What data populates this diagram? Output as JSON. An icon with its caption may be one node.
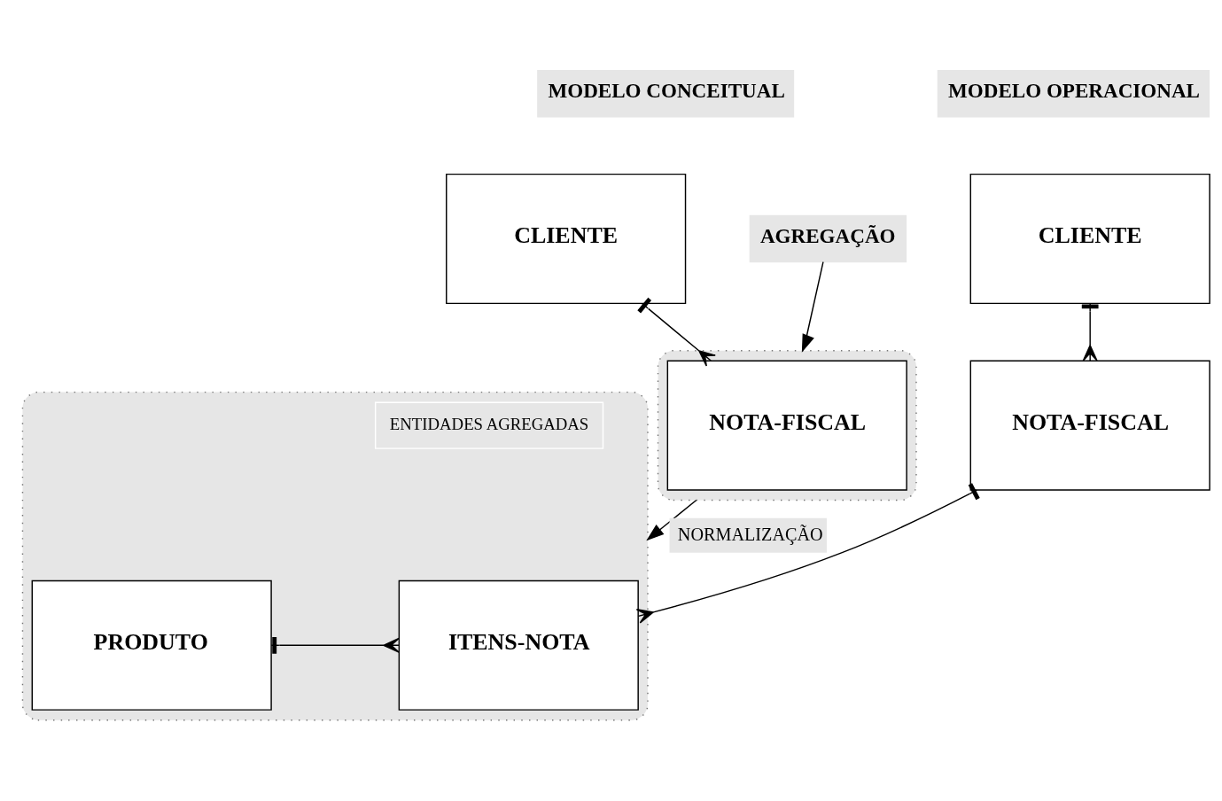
{
  "diagram": {
    "nodes": [
      {
        "text": [
          "MODELO CONCEITUAL"
        ]
      },
      {
        "text": [
          "CLIENTE"
        ]
      },
      {
        "text": [],
        "shape": "ellipse"
      },
      {
        "text": [
          "NOTA-FISCAL"
        ],
        "in": 2
      },
      {
        "text": [
          "AGREGAÇÃO"
        ]
      },
      {
        "text": [
          "MODELO OPERACIONAL"
        ]
      },
      {
        "text": [
          "CLIENTE"
        ]
      },
      {
        "text": [
          "NOTA-FISCAL"
        ]
      },
      {
        "text": [],
        "shape": "ellipse"
      },
      {
        "text": [
          "ENTIDADES AGREGADAS"
        ],
        "in": 8
      },
      {
        "text": [
          "ITENS-NOTA"
        ],
        "in": 8
      },
      {
        "text": [
          "PRODUTO"
        ],
        "in": 8
      }
    ],
    "edges": [
      {
        "from": 1,
        "to": 3,
        "arrow": "other"
      },
      {
        "from": 4,
        "to": 2,
        "arrow": "to"
      },
      {
        "from": 2,
        "to": 8,
        "arrow": "to",
        "label": "NORMALIZAÇÃO"
      },
      {
        "from": 6,
        "to": 7,
        "arrow": "other"
      },
      {
        "from": 7,
        "to": 10,
        "arrow": "other"
      },
      {
        "from": 11,
        "to": 10,
        "arrow": "other"
      }
    ]
  }
}
